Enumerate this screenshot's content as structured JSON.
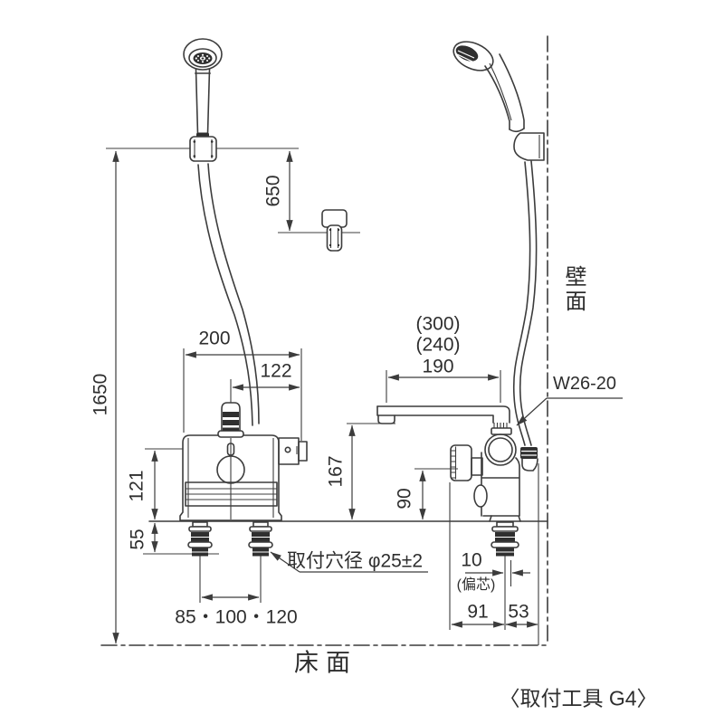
{
  "colors": {
    "line": "#3c3c3c",
    "text": "#2e2e2e",
    "fill_dark": "#2f2f2f",
    "background": "#ffffff"
  },
  "labels": {
    "hanger_height": "1650",
    "hook_offset": "650",
    "body_width": "200",
    "handle_offset": "122",
    "spout_alt_300": "(300)",
    "spout_alt_240": "(240)",
    "spout_length": "190",
    "shower_thread": "W26-20",
    "wall_surface": "壁面",
    "spout_height": "167",
    "handle_height": "90",
    "body_height": "121",
    "under_deck": "55",
    "mount_hole_note": "取付穴径 φ25±2",
    "pitch_options": "85・100・120",
    "eccentric_value": "10",
    "eccentric_note": "(偏芯)",
    "leg_to_wall_91": "91",
    "wall_offset_53": "53",
    "floor_surface": "床面",
    "tool_note": "〈取付工具 G4〉"
  }
}
